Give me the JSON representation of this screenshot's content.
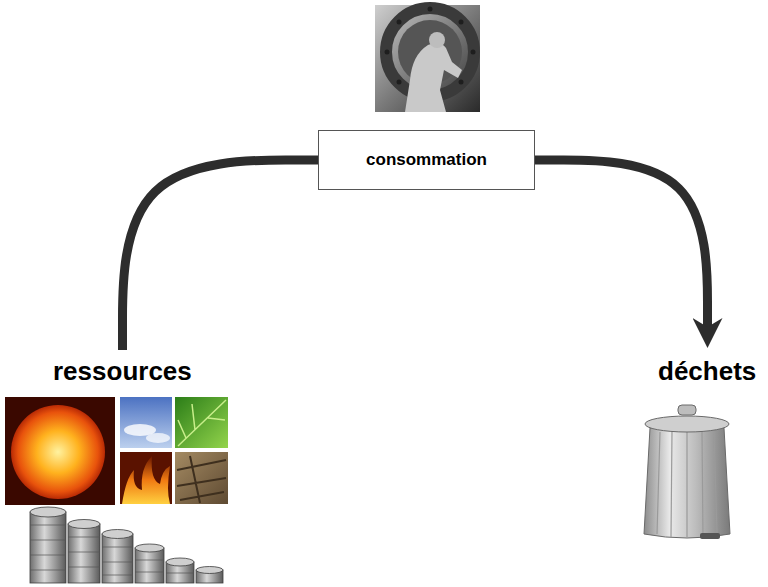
{
  "diagram": {
    "nodes": [
      {
        "text": [
          "ressources"
        ]
      },
      {
        "text": [
          "consommation"
        ]
      },
      {
        "text": [
          "déchets"
        ]
      }
    ],
    "edges": [
      {
        "from": 0,
        "to": 1,
        "arrow": "none"
      },
      {
        "from": 1,
        "to": 2,
        "arrow": "to"
      }
    ]
  }
}
